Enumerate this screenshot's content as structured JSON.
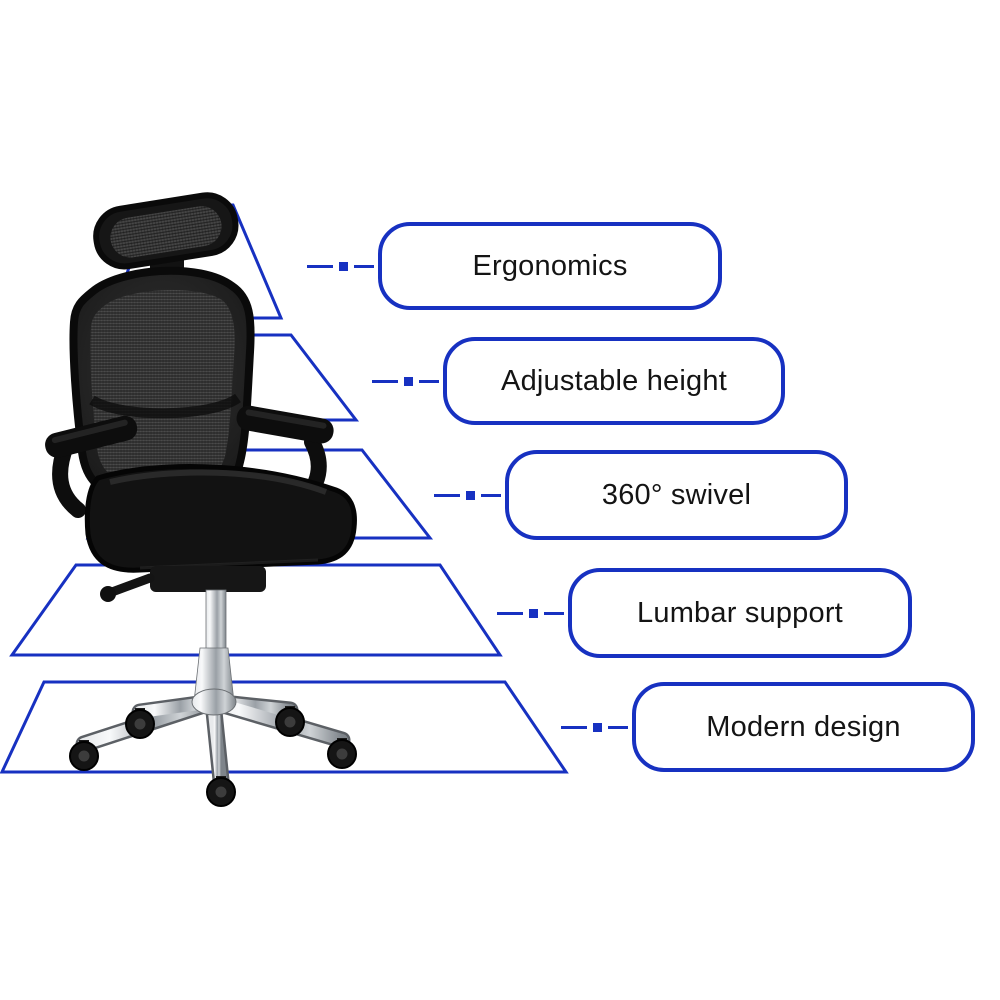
{
  "colors": {
    "accent_blue": "#1731c1",
    "text_dark": "#141414"
  },
  "product": {
    "subject": "black ergonomic mesh office chair"
  },
  "features": [
    {
      "label": "Ergonomics"
    },
    {
      "label": "Adjustable height"
    },
    {
      "label": "360° swivel"
    },
    {
      "label": "Lumbar support"
    },
    {
      "label": "Modern design"
    }
  ]
}
